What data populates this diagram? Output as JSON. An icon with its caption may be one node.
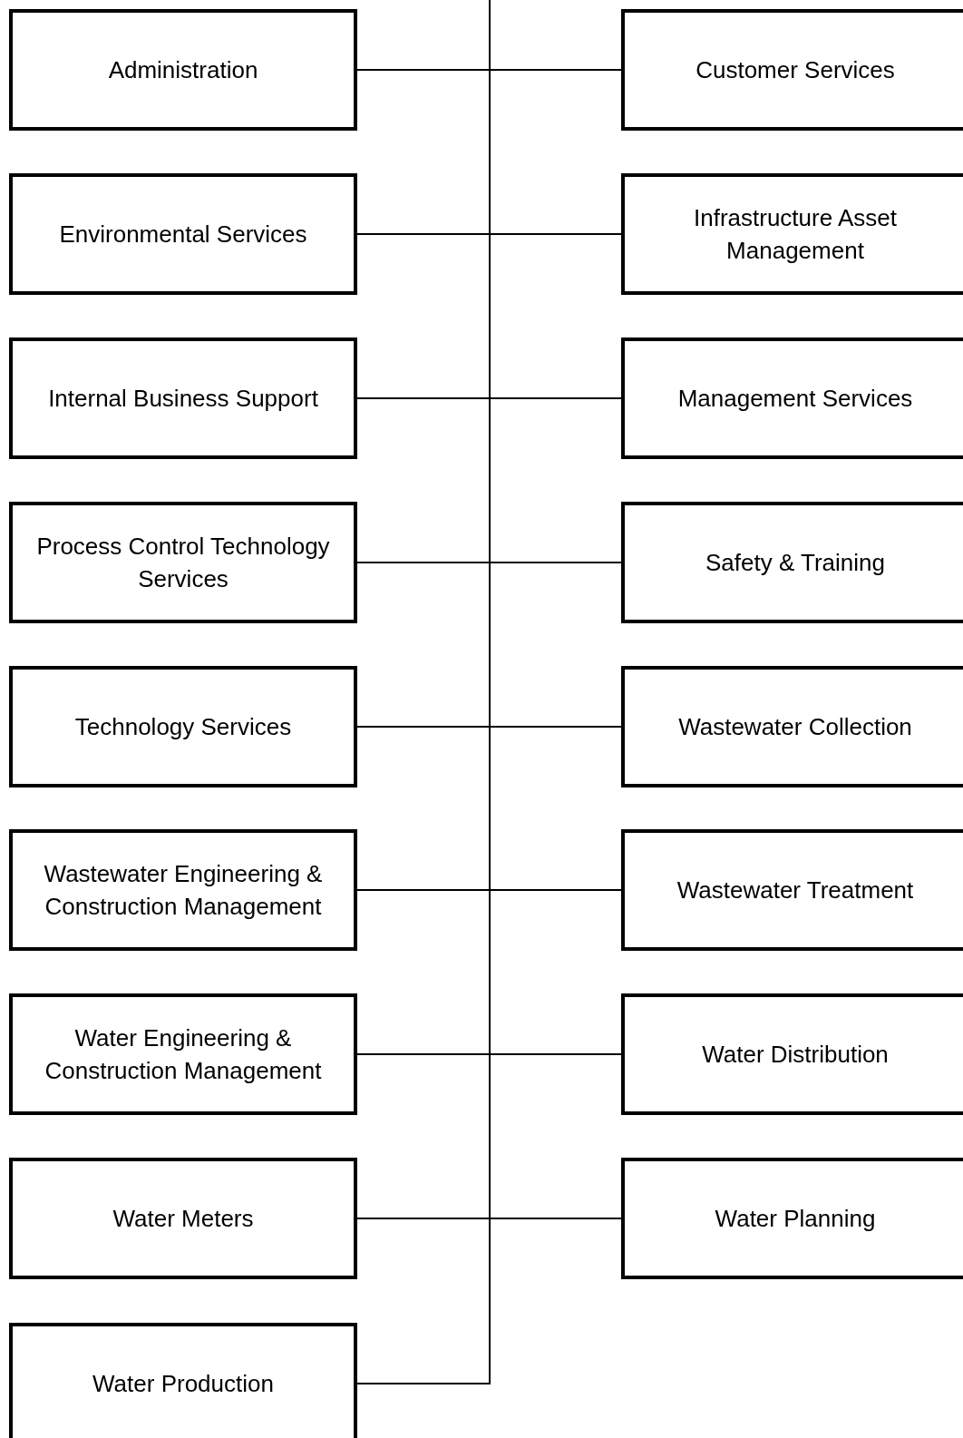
{
  "diagram": {
    "nodes": [
      {
        "text": [
          "Administration"
        ]
      },
      {
        "text": [
          "Customer Services"
        ]
      },
      {
        "text": [
          "Environmental Services"
        ]
      },
      {
        "text": [
          "Infrastructure Asset Management"
        ]
      },
      {
        "text": [
          "Internal Business Support"
        ]
      },
      {
        "text": [
          "Management Services"
        ]
      },
      {
        "text": [
          "Process Control Technology Services"
        ]
      },
      {
        "text": [
          "Safety & Training"
        ]
      },
      {
        "text": [
          "Technology Services"
        ]
      },
      {
        "text": [
          "Wastewater Collection"
        ]
      },
      {
        "text": [
          "Wastewater Engineering & Construction Management"
        ]
      },
      {
        "text": [
          "Wastewater Treatment"
        ]
      },
      {
        "text": [
          "Water Engineering & Construction Management"
        ]
      },
      {
        "text": [
          "Water Distribution"
        ]
      },
      {
        "text": [
          "Water Meters"
        ]
      },
      {
        "text": [
          "Water Planning"
        ]
      },
      {
        "text": [
          "Water Production"
        ]
      }
    ],
    "edges": [
      {
        "from": null,
        "to": 0,
        "arrow": "none"
      },
      {
        "from": null,
        "to": 1,
        "arrow": "none"
      },
      {
        "from": null,
        "to": 2,
        "arrow": "none"
      },
      {
        "from": null,
        "to": 3,
        "arrow": "none"
      },
      {
        "from": null,
        "to": 4,
        "arrow": "none"
      },
      {
        "from": null,
        "to": 5,
        "arrow": "none"
      },
      {
        "from": null,
        "to": 6,
        "arrow": "none"
      },
      {
        "from": null,
        "to": 7,
        "arrow": "none"
      },
      {
        "from": null,
        "to": 8,
        "arrow": "none"
      },
      {
        "from": null,
        "to": 9,
        "arrow": "none"
      },
      {
        "from": null,
        "to": 10,
        "arrow": "none"
      },
      {
        "from": null,
        "to": 11,
        "arrow": "none"
      },
      {
        "from": null,
        "to": 12,
        "arrow": "none"
      },
      {
        "from": null,
        "to": 13,
        "arrow": "none"
      },
      {
        "from": null,
        "to": 14,
        "arrow": "none"
      },
      {
        "from": null,
        "to": 15,
        "arrow": "none"
      },
      {
        "from": null,
        "to": 16,
        "arrow": "none"
      }
    ]
  }
}
